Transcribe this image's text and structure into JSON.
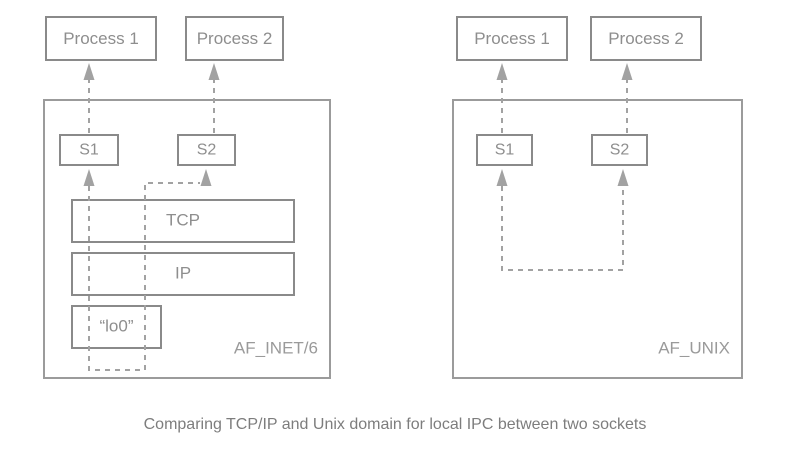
{
  "diagram": {
    "caption": "Comparing TCP/IP and Unix domain for local IPC between two sockets",
    "colors": {
      "box_stroke": "#8a8a8a",
      "panel_stroke": "#9b9b9b",
      "text": "#8e8e8e",
      "arrow": "#a2a2a2",
      "background": "#ffffff"
    },
    "panels": [
      {
        "id": "tcpip",
        "domain_label": "AF_INET/6",
        "processes": [
          {
            "label": "Process 1"
          },
          {
            "label": "Process 2"
          }
        ],
        "sockets": [
          {
            "label": "S1"
          },
          {
            "label": "S2"
          }
        ],
        "layers": [
          {
            "label": "TCP"
          },
          {
            "label": "IP"
          },
          {
            "label": "“lo0”"
          }
        ]
      },
      {
        "id": "unix",
        "domain_label": "AF_UNIX",
        "processes": [
          {
            "label": "Process 1"
          },
          {
            "label": "Process 2"
          }
        ],
        "sockets": [
          {
            "label": "S1"
          },
          {
            "label": "S2"
          }
        ],
        "layers": []
      }
    ]
  }
}
